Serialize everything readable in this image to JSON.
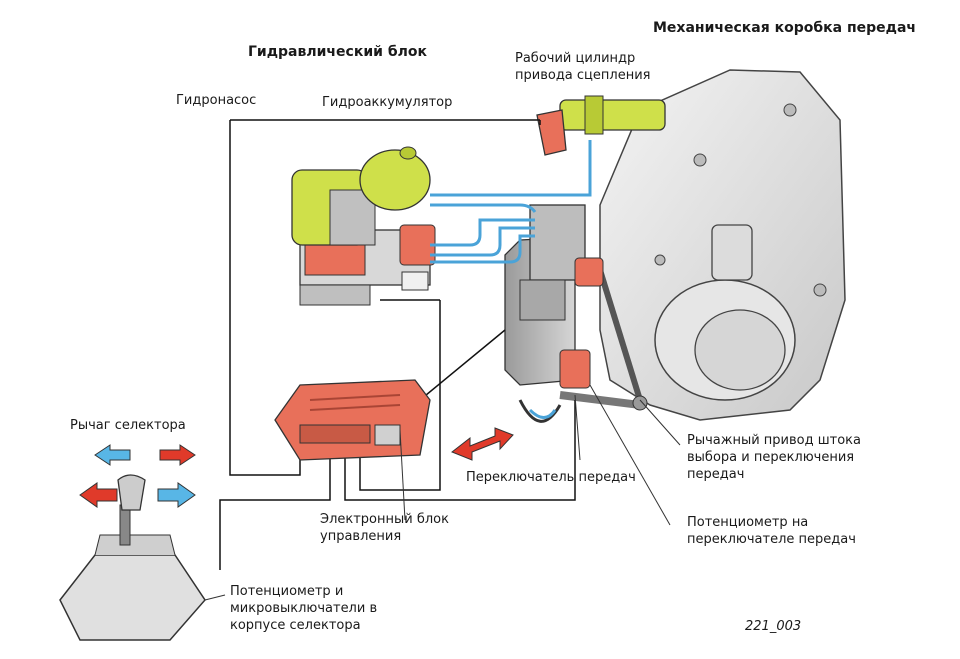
{
  "labels": {
    "gearbox_title": "Механическая коробка передач",
    "hydraulic_unit": "Гидравлический блок",
    "clutch_cylinder_line1": "Рабочий цилиндр",
    "clutch_cylinder_line2": "привода сцепления",
    "hydro_pump": "Гидронасос",
    "hydro_accumulator": "Гидроаккумулятор",
    "selector_lever": "Рычаг селектора",
    "gear_linkage_line1": "Рычажный привод штока",
    "gear_linkage_line2": "выбора и переключения",
    "gear_linkage_line3": "передач",
    "gear_switch": "Переключатель передач",
    "ecu_line1": "Электронный блок",
    "ecu_line2": "управления",
    "potentiometer_switch_line1": "Потенциометр на",
    "potentiometer_switch_line2": "переключателе передач",
    "selector_pot_line1": "Потенциометр и",
    "selector_pot_line2": "микровыключатели в",
    "selector_pot_line3": "корпусе селектора",
    "figure_code": "221_003"
  },
  "colors": {
    "hydraulic_green": "#cfe04a",
    "actuator_red": "#e8705a",
    "hydraulic_line_blue": "#4aa3d8",
    "arrow_red": "#e03a2a",
    "arrow_blue": "#58b6e6",
    "housing_gray": "#c9c9c9"
  }
}
